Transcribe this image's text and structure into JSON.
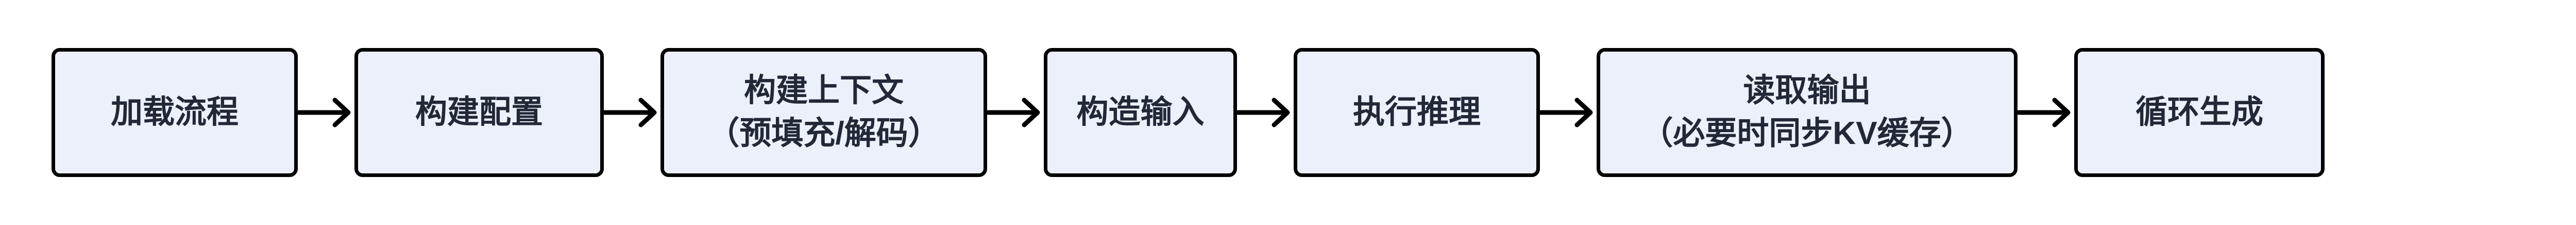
{
  "diagram": {
    "type": "flowchart",
    "orientation": "left-to-right",
    "colors": {
      "node_fill": "#ECF0FA",
      "node_border": "#000000",
      "node_text": "#232838",
      "edge_stroke": "#000000",
      "background": "#FFFFFF"
    },
    "nodes": [
      {
        "id": "load-process",
        "line1": "加载流程",
        "line2": ""
      },
      {
        "id": "build-config",
        "line1": "构建配置",
        "line2": ""
      },
      {
        "id": "build-context",
        "line1": "构建上下文",
        "line2": "（预填充/解码）"
      },
      {
        "id": "build-input",
        "line1": "构造输入",
        "line2": ""
      },
      {
        "id": "run-inference",
        "line1": "执行推理",
        "line2": ""
      },
      {
        "id": "read-output",
        "line1": "读取输出",
        "line2": "（必要时同步KV缓存）"
      },
      {
        "id": "loop-generate",
        "line1": "循环生成",
        "line2": ""
      }
    ],
    "edges": [
      {
        "id": "edge-1",
        "from": "load-process",
        "to": "build-config",
        "arrow": "open-arrow-right"
      },
      {
        "id": "edge-2",
        "from": "build-config",
        "to": "build-context",
        "arrow": "open-arrow-right"
      },
      {
        "id": "edge-3",
        "from": "build-context",
        "to": "build-input",
        "arrow": "open-arrow-right"
      },
      {
        "id": "edge-4",
        "from": "build-input",
        "to": "run-inference",
        "arrow": "open-arrow-right"
      },
      {
        "id": "edge-5",
        "from": "run-inference",
        "to": "read-output",
        "arrow": "open-arrow-right"
      },
      {
        "id": "edge-6",
        "from": "read-output",
        "to": "loop-generate",
        "arrow": "open-arrow-right"
      }
    ]
  }
}
